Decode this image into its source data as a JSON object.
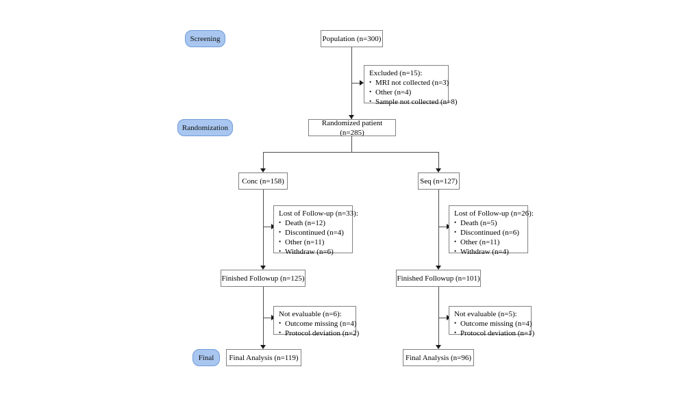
{
  "diagram": {
    "title": "CONSORT participant flow diagram",
    "stages": [
      {
        "label": "Screening"
      },
      {
        "label": "Randomization"
      },
      {
        "label": "Final"
      }
    ],
    "nodes": {
      "population": {
        "label": "Population (n=300)"
      },
      "excluded": {
        "head": "Excluded (n=15):",
        "items": [
          "MRI not collected (n=3)",
          "Other (n=4)",
          "Sample not collected (n=8)"
        ]
      },
      "randomized": {
        "label": "Randomized patient (n=285)"
      },
      "arm_left": {
        "label": "Conc (n=158)"
      },
      "arm_right": {
        "label": "Seq (n=127)"
      },
      "lost_left": {
        "head": "Lost of Follow-up (n=33):",
        "items": [
          "Death (n=12)",
          "Discontinued (n=4)",
          "Other (n=11)",
          "Withdraw (n=6)"
        ]
      },
      "lost_right": {
        "head": "Lost of Follow-up (n=26):",
        "items": [
          "Death (n=5)",
          "Discontinued (n=6)",
          "Other (n=11)",
          "Withdraw (n=4)"
        ]
      },
      "finished_left": {
        "label": "Finished Followup (n=125)"
      },
      "finished_right": {
        "label": "Finished Followup (n=101)"
      },
      "notevaluable_left": {
        "head": "Not evaluable (n=6):",
        "items": [
          "Outcome missing (n=4)",
          "Protocol deviation (n=2)"
        ]
      },
      "notevaluable_right": {
        "head": "Not evaluable (n=5):",
        "items": [
          "Outcome missing (n=4)",
          "Protocol deviation (n=1)"
        ]
      },
      "final_left": {
        "label": "Final Analysis (n=119)"
      },
      "final_right": {
        "label": "Final Analysis (n=96)"
      }
    },
    "colors": {
      "pill_fill": "#a8c6ef",
      "pill_border": "#6f9bd8",
      "node_border": "#808080",
      "connector": "#4d4d4d",
      "background": "#ffffff",
      "text": "#000000"
    }
  }
}
